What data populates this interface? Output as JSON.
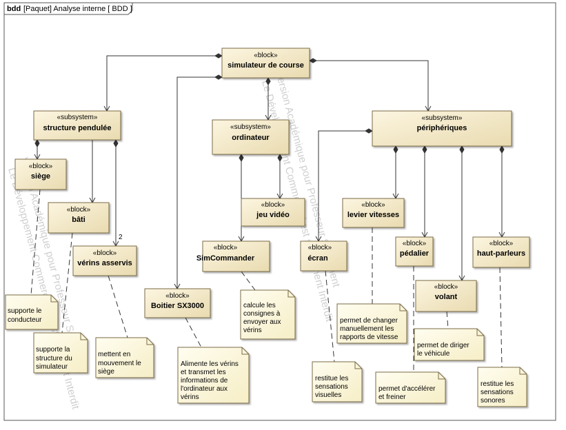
{
  "frame": {
    "kind": "bdd",
    "label": "[Paquet] Analyse interne [ BDD ]"
  },
  "watermarks": [
    "Version Académique pour Professeur Seulement",
    "Le Développement Commercial est strictement Interdit",
    "Version Académique pour Professeur Seulement",
    "Le Développement Commercial est strictement Interdit"
  ],
  "blocks": {
    "simulateur": {
      "stereo": "«block»",
      "name": "simulateur de course"
    },
    "structure": {
      "stereo": "«subsystem»",
      "name": "structure pendulée"
    },
    "ordinateur": {
      "stereo": "«subsystem»",
      "name": "ordinateur"
    },
    "peripheriques": {
      "stereo": "«subsystem»",
      "name": "périphériques"
    },
    "siege": {
      "stereo": "«block»",
      "name": "siège"
    },
    "bati": {
      "stereo": "«block»",
      "name": "bâti"
    },
    "verins": {
      "stereo": "«block»",
      "name": "vérins asservis"
    },
    "jeuvideo": {
      "stereo": "«block»",
      "name": "jeu vidéo"
    },
    "simcommander": {
      "stereo": "«block»",
      "name": "SimCommander"
    },
    "boitier": {
      "stereo": "«block»",
      "name": "Boitier SX3000"
    },
    "ecran": {
      "stereo": "«block»",
      "name": "écran"
    },
    "levier": {
      "stereo": "«block»",
      "name": "levier vitesses"
    },
    "pedalier": {
      "stereo": "«block»",
      "name": "pédalier"
    },
    "volant": {
      "stereo": "«block»",
      "name": "volant"
    },
    "hautparleurs": {
      "stereo": "«block»",
      "name": "haut-parleurs"
    }
  },
  "multiplicity_verins": "2",
  "notes": {
    "siege": [
      "supporte le",
      "conducteur"
    ],
    "bati": [
      "supporte la",
      "structure du",
      "simulateur"
    ],
    "verins": [
      "mettent en",
      "mouvement le",
      "siège"
    ],
    "boitier": [
      "Alimente les vérins",
      "et transmet les",
      "informations de",
      "l'ordinateur aux",
      "vérins"
    ],
    "simcommander": [
      "calcule les",
      "consignes à",
      "envoyer aux",
      "vérins"
    ],
    "ecran": [
      "restitue les",
      "sensations",
      "visuelles"
    ],
    "levier": [
      "permet de changer",
      "manuellement les",
      "rapports de vitesse"
    ],
    "pedalier": [
      "permet d'accélérer",
      "et freiner"
    ],
    "volant": [
      "permet de diriger",
      "le véhicule"
    ],
    "hautparleurs": [
      "restitue les",
      "sensations",
      "sonores"
    ]
  }
}
